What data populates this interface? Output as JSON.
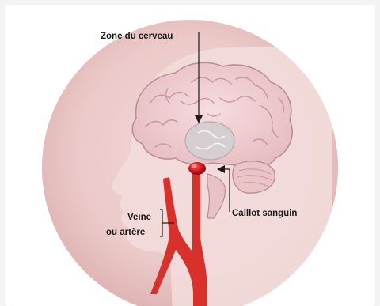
{
  "diagram": {
    "labels": {
      "brain_zone": "Zone du cerveau",
      "clot": "Caillot sanguin",
      "vessel_line1": "Veine",
      "vessel_line2": "ou artère"
    },
    "colors": {
      "background_disc": "#e9c7c6",
      "head_silhouette": "#f2dcda",
      "brain": "#f0d0d2",
      "brain_outline": "#b98f96",
      "inner_zone": "#cfc7c9",
      "vessel": "#d8302a",
      "clot": "#b8121a",
      "label_text": "#1a1a1a"
    }
  }
}
